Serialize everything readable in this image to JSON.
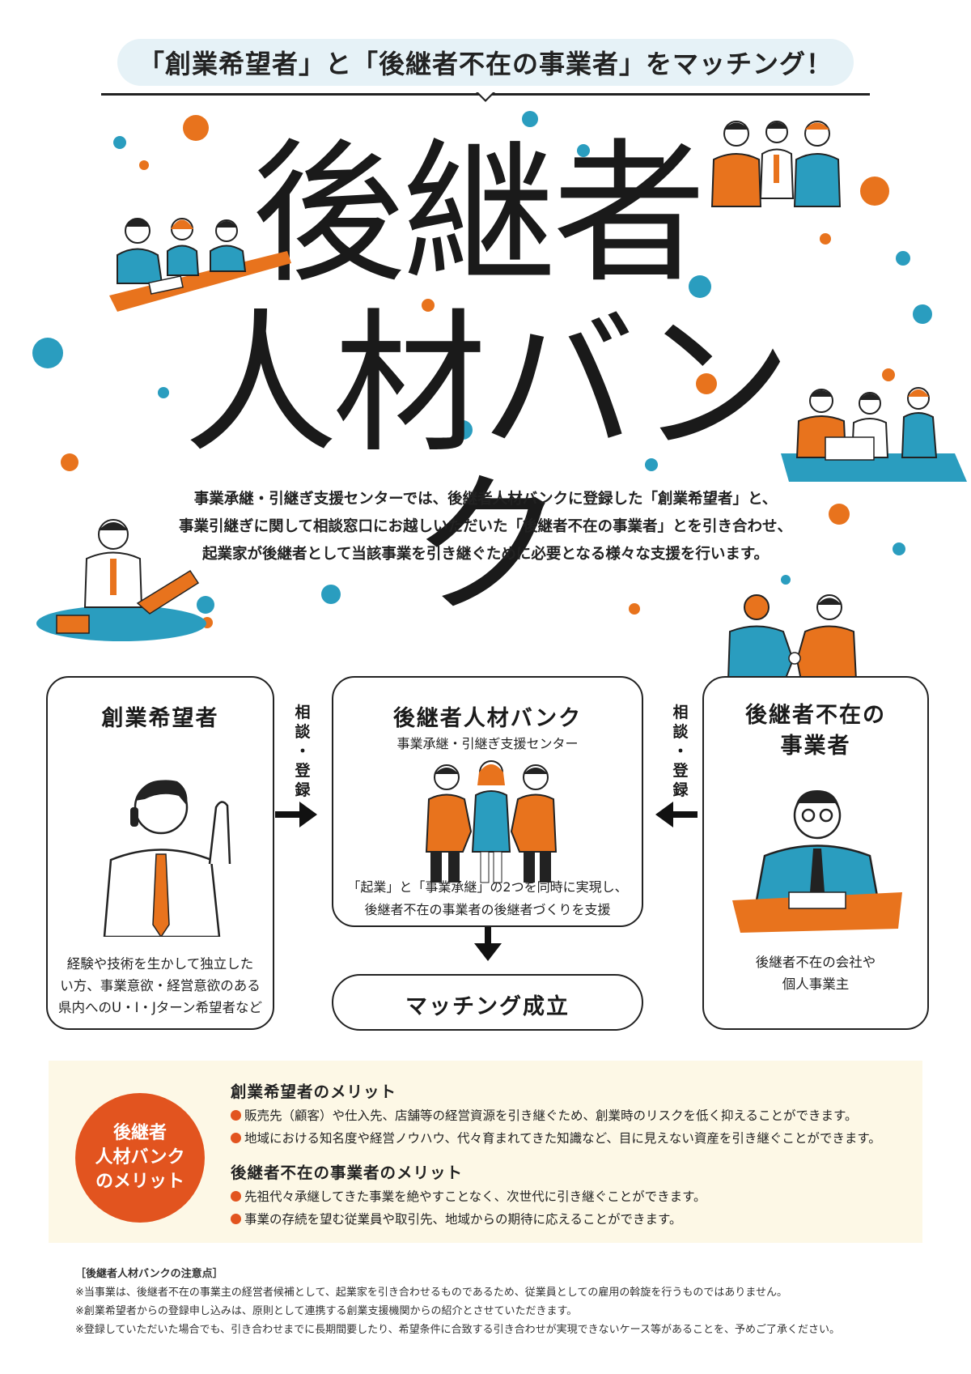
{
  "banner": "「創業希望者」と「後継者不在の事業者」をマッチング！",
  "title": {
    "line1": "後継者",
    "line2": "人材バンク"
  },
  "intro": [
    "事業承継・引継ぎ支援センターでは、後継者人材バンクに登録した「創業希望者」と、",
    "事業引継ぎに関して相談窓口にお越しいただいた「後継者不在の事業者」とを引き合わせ、",
    "起業家が後継者として当該事業を引き継ぐために必要となる様々な支援を行います。"
  ],
  "flow": {
    "left": {
      "title": "創業希望者",
      "desc": [
        "経験や技術を生かして独立した",
        "い方、事業意欲・経営意欲のある",
        "県内へのU・I・Jターン希望者など"
      ]
    },
    "center": {
      "title": "後継者人材バンク",
      "subtitle": "事業承継・引継ぎ支援センター",
      "desc": [
        "「起業」と「事業承継」の2つを同時に実現し、",
        "後継者不在の事業者の後継者づくりを支援"
      ]
    },
    "right": {
      "title_line1": "後継者不在の",
      "title_line2": "事業者",
      "desc": [
        "後継者不在の会社や",
        "個人事業主"
      ]
    },
    "arrow_label_left": [
      "相",
      "談",
      "・",
      "登",
      "録"
    ],
    "arrow_label_right": [
      "相",
      "談",
      "・",
      "登",
      "録"
    ],
    "result": "マッチング成立"
  },
  "merits": {
    "circle": [
      "後継者",
      "人材バンク",
      "のメリット"
    ],
    "group1": {
      "heading": "創業希望者のメリット",
      "items": [
        "販売先（顧客）や仕入先、店舗等の経営資源を引き継ぐため、創業時のリスクを低く抑えることができます。",
        "地域における知名度や経営ノウハウ、代々育まれてきた知識など、目に見えない資産を引き継ぐことができます。"
      ]
    },
    "group2": {
      "heading": "後継者不在の事業者のメリット",
      "items": [
        "先祖代々承継してきた事業を絶やすことなく、次世代に引き継ぐことができます。",
        "事業の存続を望む従業員や取引先、地域からの期待に応えることができます。"
      ]
    }
  },
  "notes": {
    "heading": "［後継者人材バンクの注意点］",
    "items": [
      "※当事業は、後継者不在の事業主の経営者候補として、起業家を引き合わせるものであるため、従業員としての雇用の斡旋を行うものではありません。",
      "※創業希望者からの登録申し込みは、原則として連携する創業支援機関からの紹介とさせていただきます。",
      "※登録していただいた場合でも、引き合わせまでに長期間要したり、希望条件に合致する引き合わせが実現できないケース等があることを、予めご了承ください。"
    ]
  },
  "colors": {
    "orange": "#e8731d",
    "blue": "#2a9dbf",
    "merit_bg": "#fdf8e6",
    "merit_circle": "#e2541f"
  },
  "icons": [
    "person-phone-icon",
    "handshake-group-icon",
    "businessman-desk-icon",
    "meeting-group-icon",
    "laptop-worker-icon",
    "handshake-icon"
  ]
}
